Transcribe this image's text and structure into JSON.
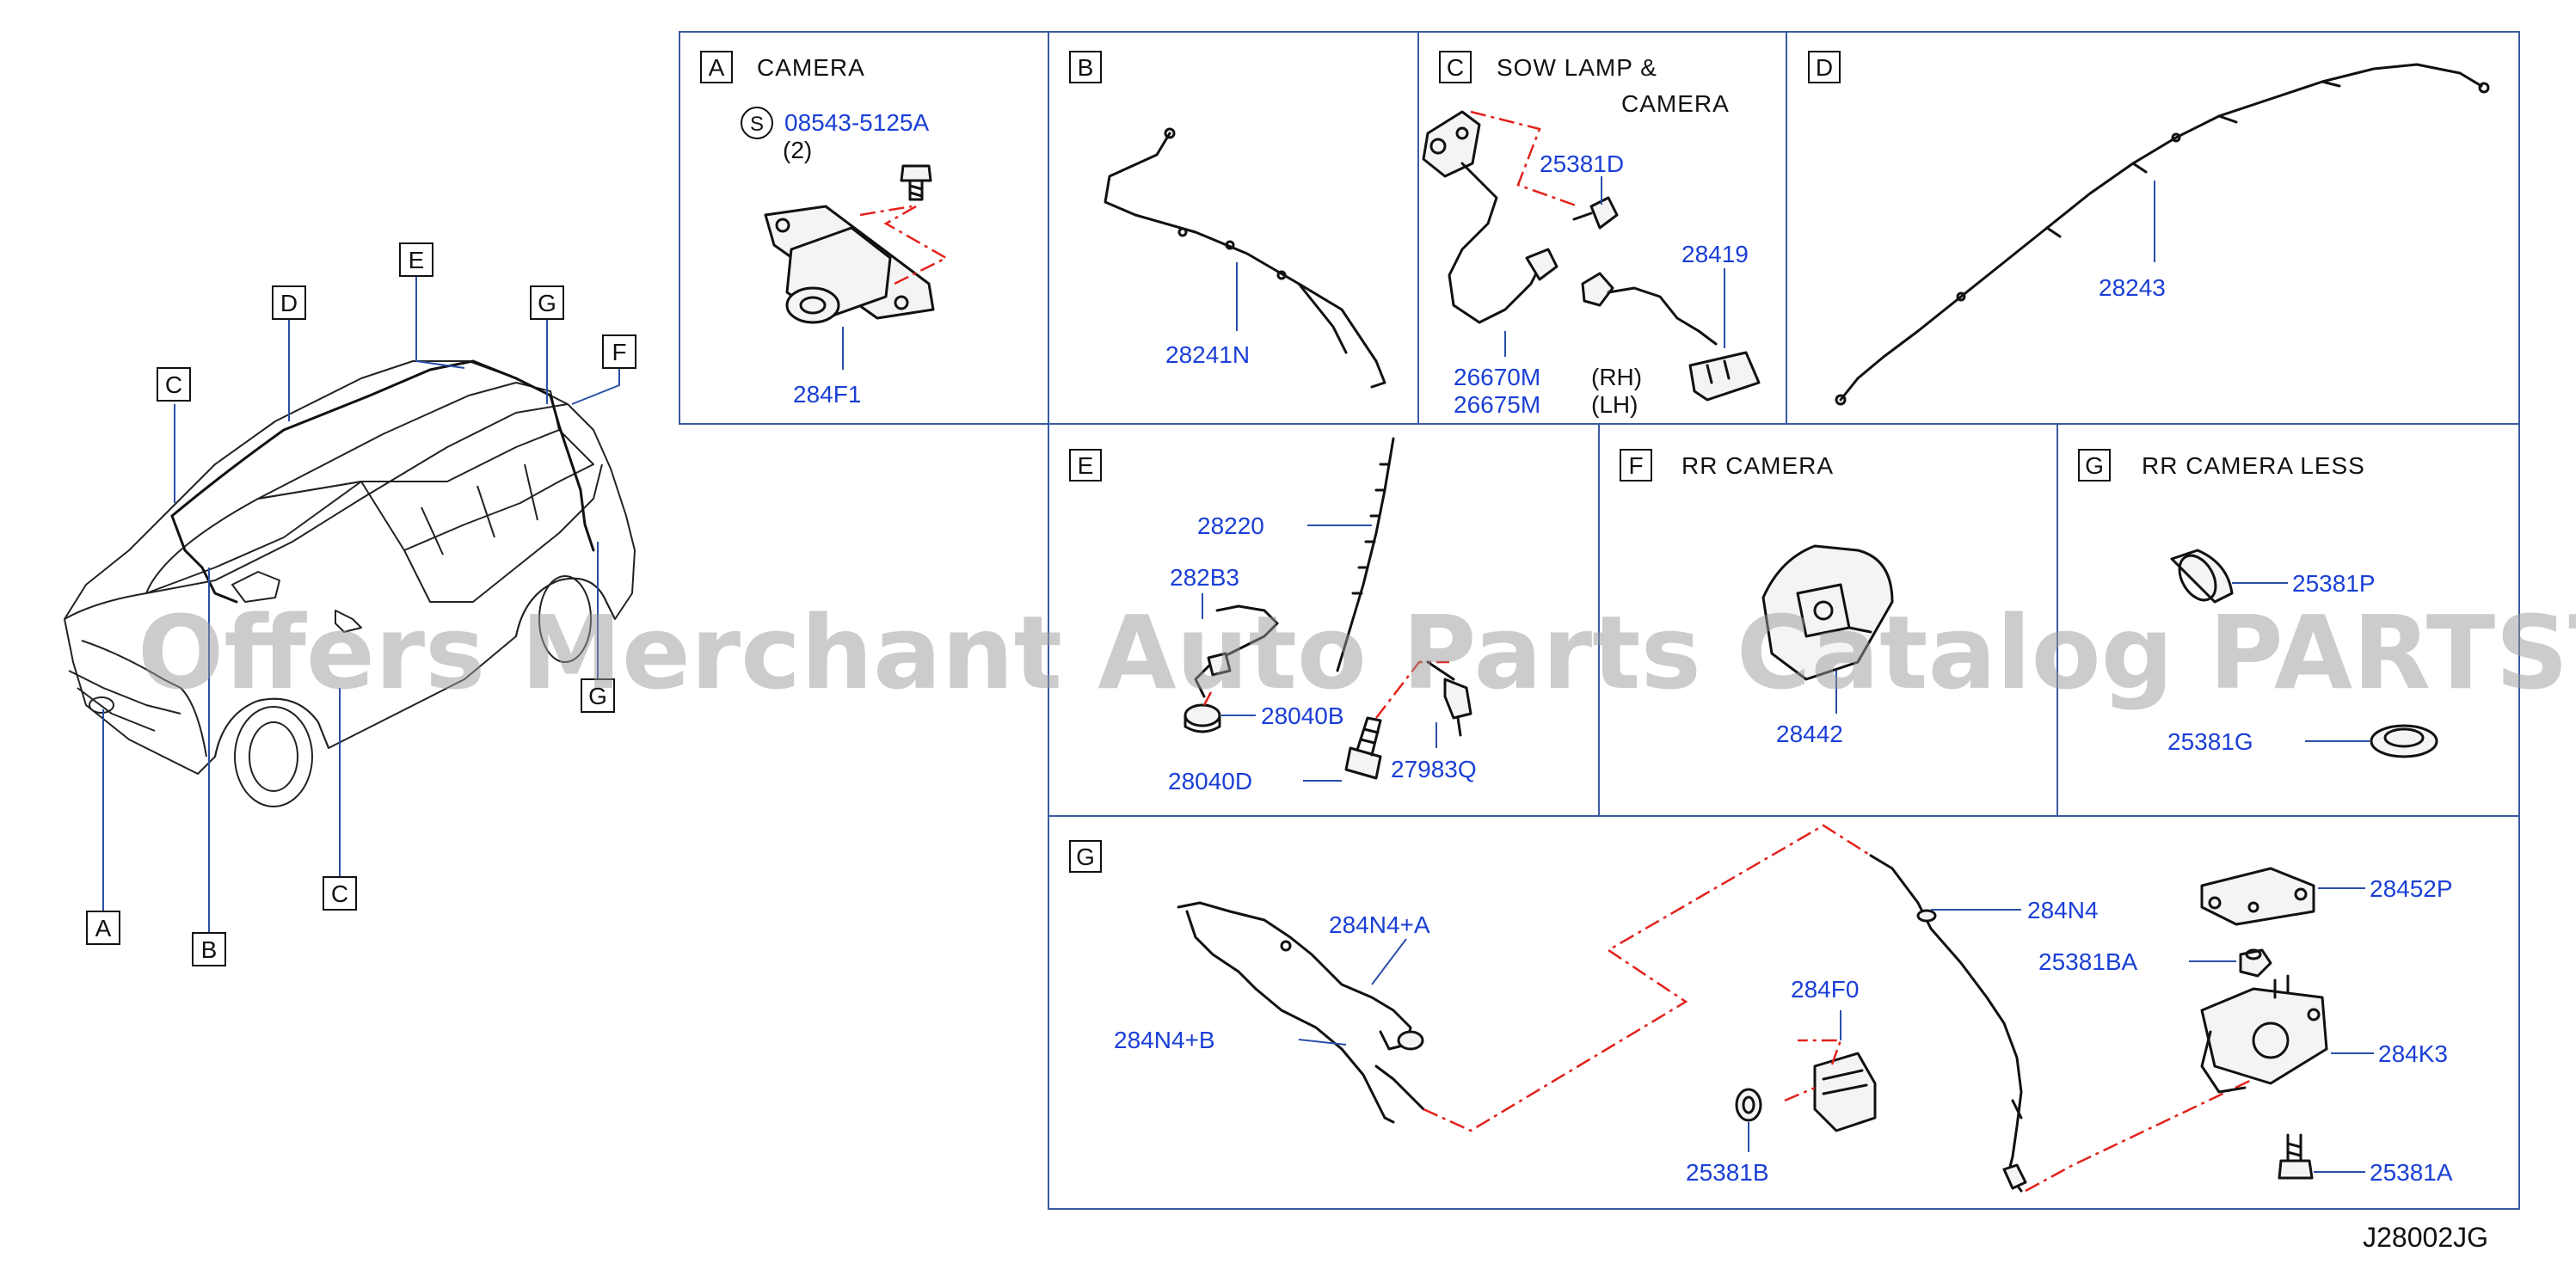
{
  "diagram_code": "J28002JG",
  "watermark": "Offers Merchant Auto Parts Catalog PARTSTORE.SA",
  "overview_labels": [
    "A",
    "B",
    "C",
    "D",
    "E",
    "F",
    "G",
    "C",
    "G"
  ],
  "sections": {
    "A": {
      "letter": "A",
      "title": "CAMERA",
      "screw_symbol": "S",
      "screw_part": "08543-5125A",
      "screw_qty": "(2)",
      "parts": [
        "284F1"
      ]
    },
    "B": {
      "letter": "B",
      "parts": [
        "28241N"
      ]
    },
    "C": {
      "letter": "C",
      "title_line1": "SOW   LAMP   &",
      "title_line2": "CAMERA",
      "parts": [
        "25381D",
        "28419",
        "26670M",
        "26675M"
      ],
      "notes": [
        "(RH)",
        "(LH)"
      ]
    },
    "D": {
      "letter": "D",
      "parts": [
        "28243"
      ]
    },
    "E": {
      "letter": "E",
      "parts": [
        "28220",
        "282B3",
        "28040B",
        "28040D",
        "27983Q"
      ]
    },
    "F": {
      "letter": "F",
      "title": "RR   CAMERA",
      "parts": [
        "28442"
      ]
    },
    "G1": {
      "letter": "G",
      "title": "RR   CAMERA   LESS",
      "parts": [
        "25381P",
        "25381G"
      ]
    },
    "G2": {
      "letter": "G",
      "parts": [
        "284N4+A",
        "284N4+B",
        "284F0",
        "25381B",
        "284N4",
        "28452P",
        "25381BA",
        "284K3",
        "25381A"
      ]
    }
  },
  "colors": {
    "part_number": "#1a3fd6",
    "frame": "#3a5ba0",
    "phantom_line": "#e2221c"
  }
}
